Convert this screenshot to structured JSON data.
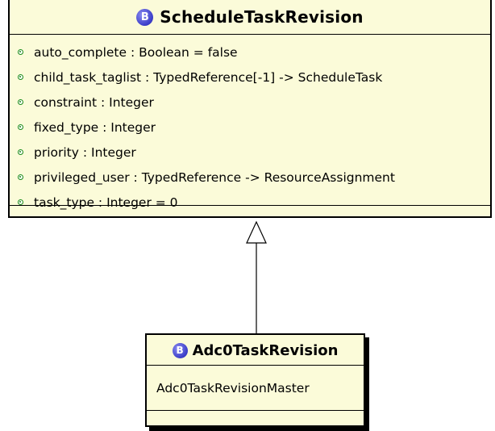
{
  "diagram": {
    "parent_class": {
      "stereotype_icon": "B",
      "name": "ScheduleTaskRevision",
      "attributes": [
        "auto_complete : Boolean = false",
        "child_task_taglist : TypedReference[-1] -> ScheduleTask",
        "constraint : Integer",
        "fixed_type : Integer",
        "priority : Integer",
        "privileged_user : TypedReference -> ResourceAssignment",
        "task_type : Integer = 0"
      ]
    },
    "child_class": {
      "stereotype_icon": "B",
      "name": "Adc0TaskRevision",
      "members": [
        "Adc0TaskRevisionMaster"
      ]
    },
    "relationship": "generalization",
    "colors": {
      "class_fill": "#fbfbd9",
      "border": "#000000",
      "attribute_bullet": "#1a8a1a",
      "class_icon": "#3a3cc8"
    }
  }
}
